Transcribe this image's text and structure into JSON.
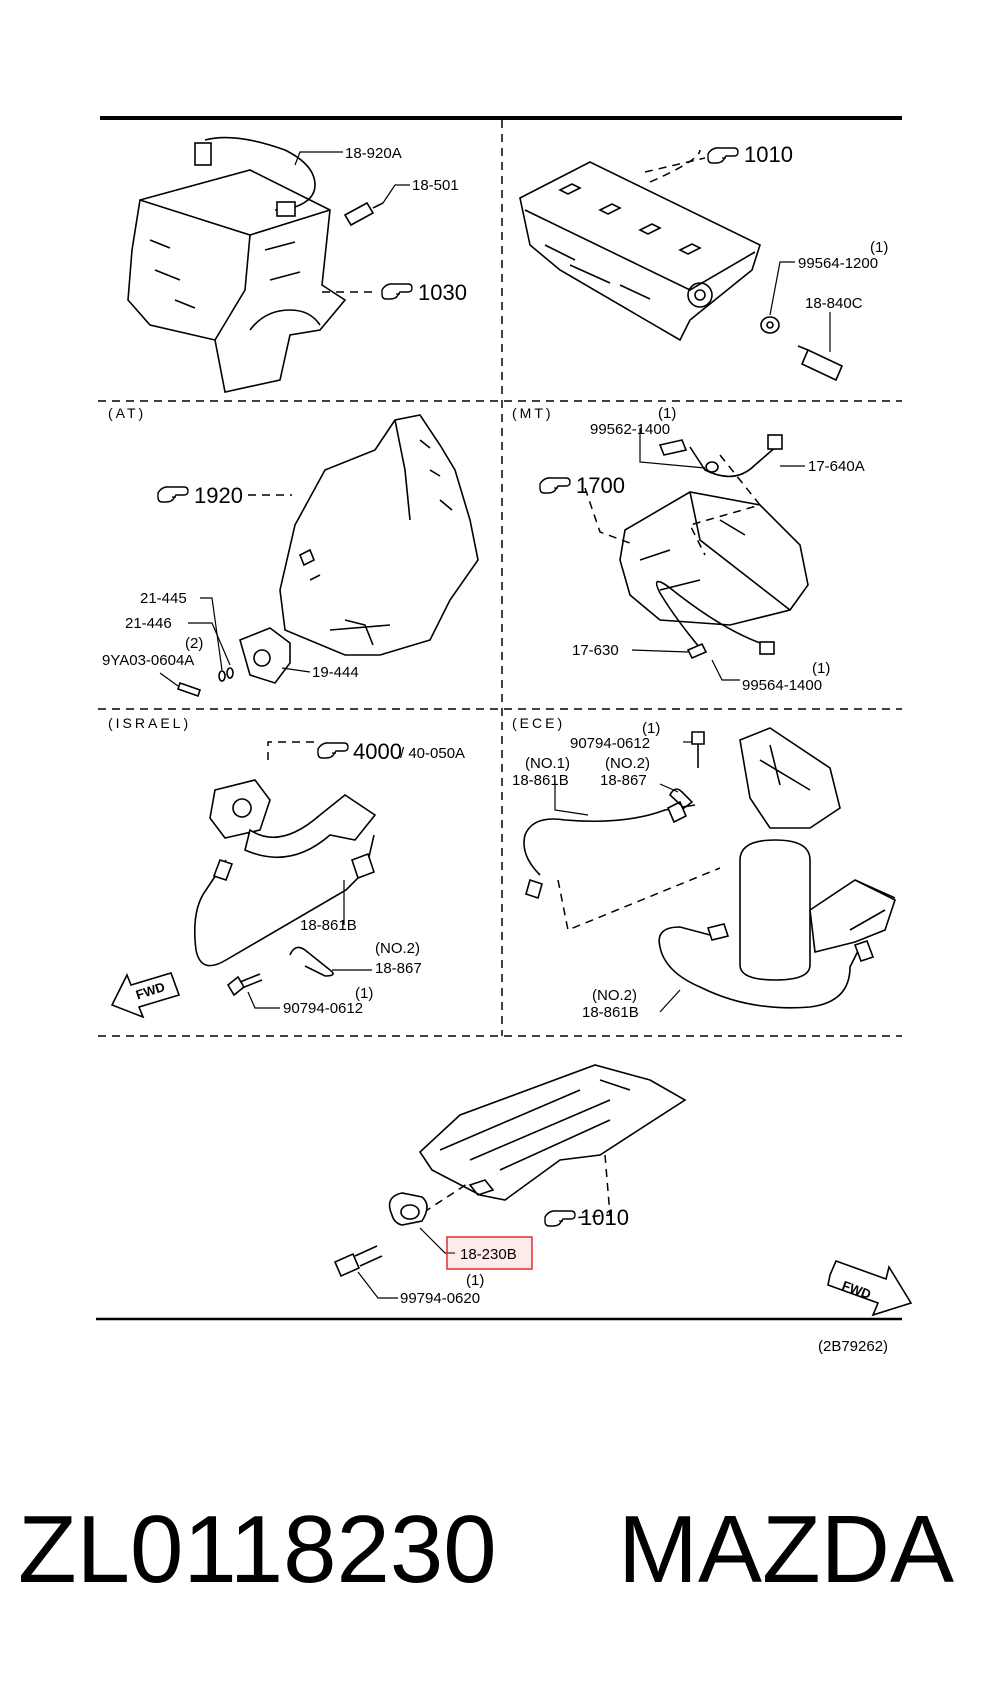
{
  "sections": {
    "at": "(AT)",
    "mt": "(MT)",
    "israel": "(ISRAEL)",
    "ece": "(ECE)"
  },
  "refs": {
    "r1030": "1030",
    "r1010_top": "1010",
    "r1920": "1920",
    "r1700": "1700",
    "r4000": "4000",
    "r4000_sub": "/ 40-050A",
    "r1010_bottom": "1010"
  },
  "callouts": {
    "c18_920A": "18-920A",
    "c18_501": "18-501",
    "c99564_1200": "99564-1200",
    "c99564_1200_qty": "(1)",
    "c18_840C": "18-840C",
    "c99562_1400": "99562-1400",
    "c99562_1400_qty": "(1)",
    "c17_640A": "17-640A",
    "c21_445": "21-445",
    "c21_446": "21-446",
    "c9YA03_qty": "(2)",
    "c9YA03": "9YA03-0604A",
    "c19_444": "19-444",
    "c17_630": "17-630",
    "c99564_1400": "99564-1400",
    "c99564_1400_qty": "(1)",
    "c18_861B_isr": "18-861B",
    "c18_867_isr_no": "(NO.2)",
    "c18_867_isr": "18-867",
    "c90794_isr_qty": "(1)",
    "c90794_isr": "90794-0612",
    "c90794_ece_qty": "(1)",
    "c90794_ece": "90794-0612",
    "c18_861B_ece_no1": "(NO.1)",
    "c18_861B_ece": "18-861B",
    "c18_867_ece_no": "(NO.2)",
    "c18_867_ece": "18-867",
    "c18_861B_ece2_no": "(NO.2)",
    "c18_861B_ece2": "18-861B",
    "c18_230B": "18-230B",
    "c18_230B_qty": "(1)",
    "c99794_0620": "99794-0620"
  },
  "fwd": "FWD",
  "diagram_code": "(2B79262)",
  "footer": {
    "part_number": "ZL0118230",
    "brand": "MAZDA"
  },
  "colors": {
    "highlight_border": "#e03030",
    "line": "#000000"
  }
}
